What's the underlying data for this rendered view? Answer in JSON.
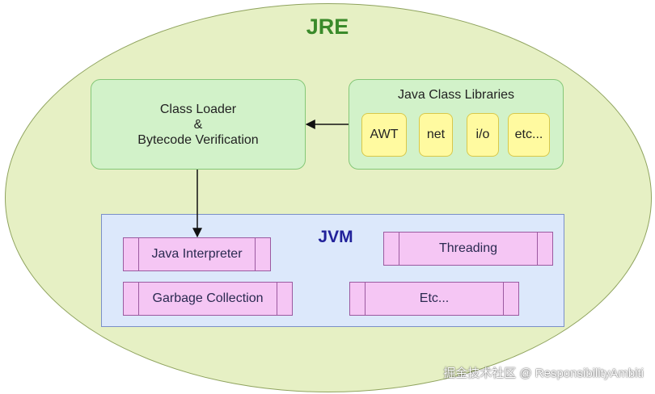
{
  "jre": {
    "title": "JRE"
  },
  "class_loader": {
    "line1": "Class Loader",
    "line2": "&",
    "line3": "Bytecode Verification"
  },
  "libraries": {
    "title": "Java Class Libraries",
    "items": [
      "AWT",
      "net",
      "i/o",
      "etc..."
    ]
  },
  "jvm": {
    "title": "JVM",
    "components": [
      "Java Interpreter",
      "Threading",
      "Garbage Collection",
      "Etc..."
    ]
  },
  "watermark": "掘金技术社区 @ ResponsibilityAmbiti"
}
